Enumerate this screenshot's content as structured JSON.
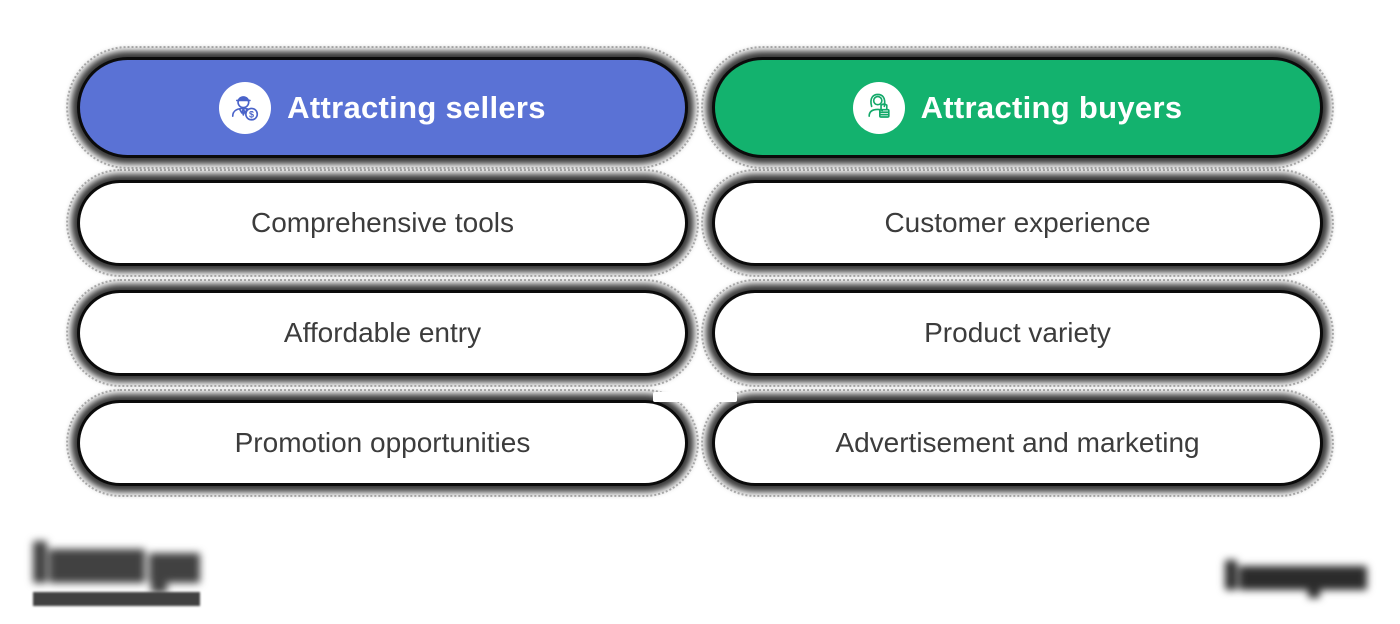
{
  "colors": {
    "background": "#ffffff",
    "sellers_header": "#5a72d5",
    "buyers_header": "#13b26e",
    "pill_outline": "#0b0b0b",
    "item_text": "#3c3c3c",
    "header_text": "#ffffff",
    "seller_icon_stroke": "#4a63c9",
    "buyer_icon_stroke": "#12a869"
  },
  "columns": [
    {
      "id": "sellers",
      "header": {
        "label": "Attracting sellers",
        "color": "#5a72d5",
        "icon": "salesman-dollar-icon"
      },
      "items": [
        "Comprehensive tools",
        "Affordable entry",
        "Promotion opportunities"
      ]
    },
    {
      "id": "buyers",
      "header": {
        "label": "Attracting buyers",
        "color": "#13b26e",
        "icon": "shopper-bags-icon"
      },
      "items": [
        "Customer experience",
        "Product variety",
        "Advertisement and marketing"
      ]
    }
  ],
  "footer": {
    "left_logo": "blurred-wordmark-with-underline",
    "right_logo": "blurred-wordmark"
  }
}
